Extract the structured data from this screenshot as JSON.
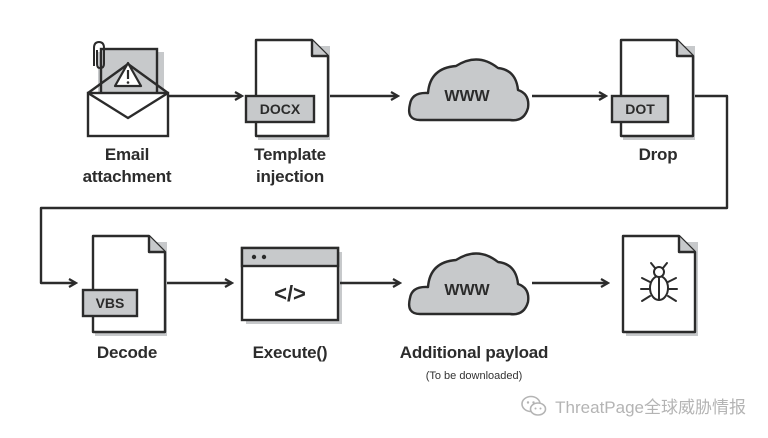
{
  "steps": {
    "email": {
      "label_line1": "Email",
      "label_line2": "attachment"
    },
    "template": {
      "badge": "DOCX",
      "label_line1": "Template",
      "label_line2": "injection"
    },
    "cloud1": {
      "text": "WWW"
    },
    "drop": {
      "badge": "DOT",
      "label": "Drop"
    },
    "decode": {
      "badge": "VBS",
      "label": "Decode"
    },
    "execute": {
      "code": "</>",
      "label": "Execute()"
    },
    "cloud2": {
      "text": "WWW",
      "label": "Additional payload",
      "sublabel": "(To be downloaded)"
    },
    "payload": {}
  },
  "watermark": {
    "text": "ThreatPage全球威胁情报"
  },
  "colors": {
    "stroke": "#2b2b2b",
    "gray_fill": "#c7c9cb",
    "accent_gray": "#b5b7b9",
    "text": "#2c2c2c"
  }
}
